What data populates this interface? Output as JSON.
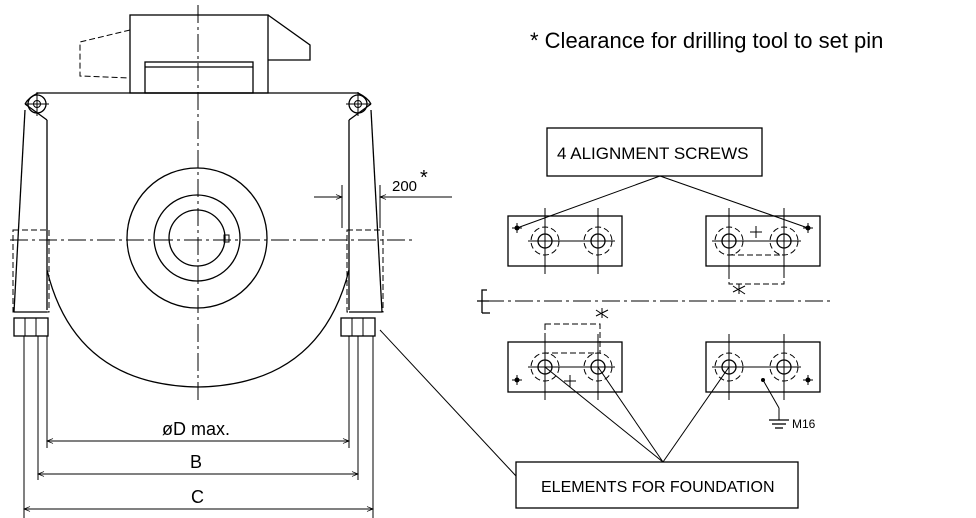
{
  "note": "* Clearance for drilling tool to set pin",
  "labels": {
    "alignment_screws": "4 ALIGNMENT SCREWS",
    "foundation_elements": "ELEMENTS FOR FOUNDATION",
    "dimension_200": "200",
    "asterisk": "*",
    "diameter_max": "øD max.",
    "dim_b": "B",
    "dim_c": "C",
    "bolt_size": "M16"
  }
}
